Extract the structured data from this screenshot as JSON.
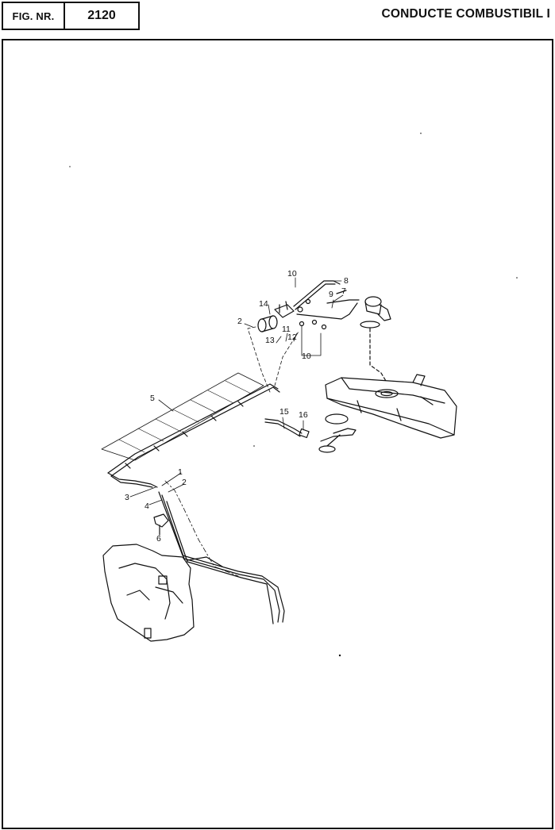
{
  "header": {
    "fig_label": "FIG. NR.",
    "fig_number": "2120",
    "title": "CONDUCTE COMBUSTIBIL I"
  },
  "callouts": [
    "1",
    "2",
    "3",
    "4",
    "5",
    "6",
    "7",
    "8",
    "9",
    "10",
    "10",
    "11",
    "12",
    "13",
    "14",
    "15",
    "16",
    "2"
  ]
}
